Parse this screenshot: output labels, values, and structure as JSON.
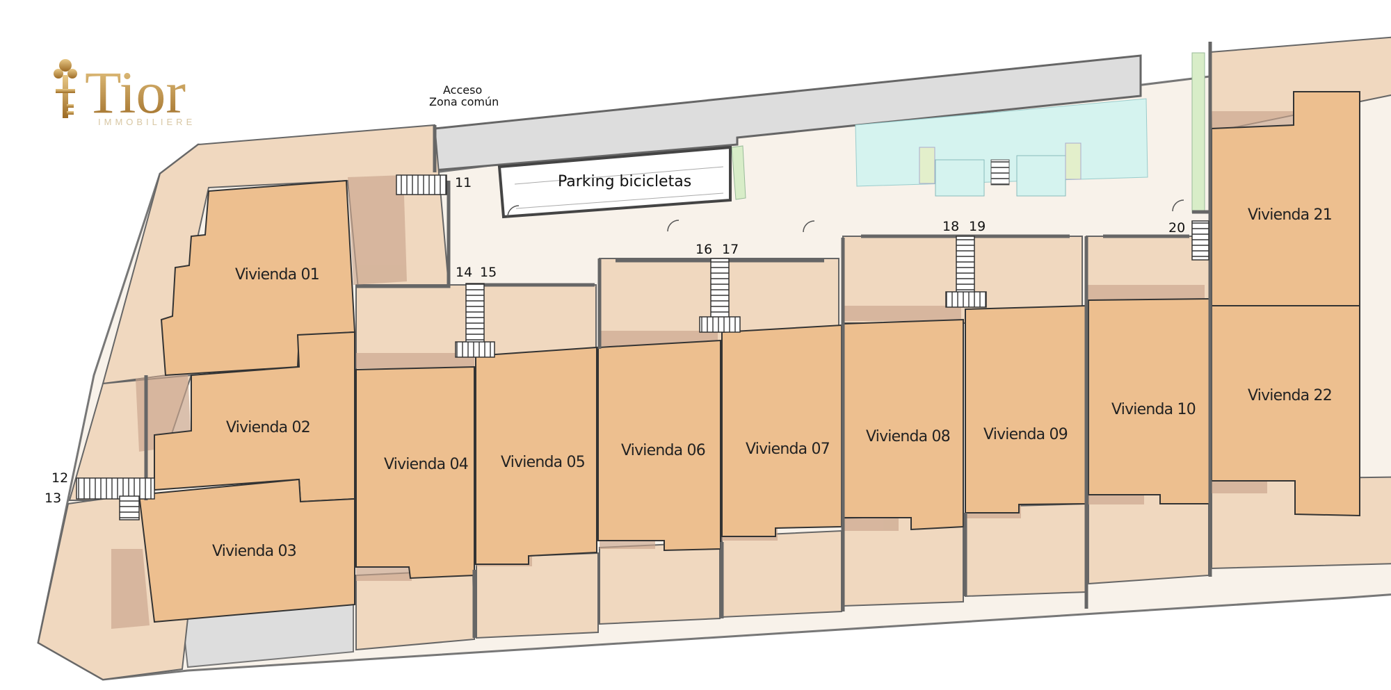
{
  "brand": {
    "name": "Tior",
    "subtitle": "IMMOBILIERE",
    "gold_light": "#e9c987",
    "gold_dark": "#9c6a24"
  },
  "colors": {
    "unit": "#edbf8f",
    "terrace": "#f0d8bf",
    "shade": "#c9a58c",
    "walkway": "#f8f2ea",
    "gray_zone": "#dddddd",
    "pool": "#d5f3ef",
    "green": "#d8edc8",
    "wall": "#666666"
  },
  "access": {
    "line1": "Acceso",
    "line2": "Zona común"
  },
  "parking_label": "Parking bicicletas",
  "units": [
    {
      "id": "01",
      "label": "Vivienda 01"
    },
    {
      "id": "02",
      "label": "Vivienda 02"
    },
    {
      "id": "03",
      "label": "Vivienda 03"
    },
    {
      "id": "04",
      "label": "Vivienda 04"
    },
    {
      "id": "05",
      "label": "Vivienda 05"
    },
    {
      "id": "06",
      "label": "Vivienda 06"
    },
    {
      "id": "07",
      "label": "Vivienda 07"
    },
    {
      "id": "08",
      "label": "Vivienda 08"
    },
    {
      "id": "09",
      "label": "Vivienda 09"
    },
    {
      "id": "10",
      "label": "Vivienda 10"
    },
    {
      "id": "21",
      "label": "Vivienda 21"
    },
    {
      "id": "22",
      "label": "Vivienda 22"
    }
  ],
  "stair_numbers": [
    "11",
    "12",
    "13",
    "14",
    "15",
    "16",
    "17",
    "18",
    "19",
    "20"
  ]
}
